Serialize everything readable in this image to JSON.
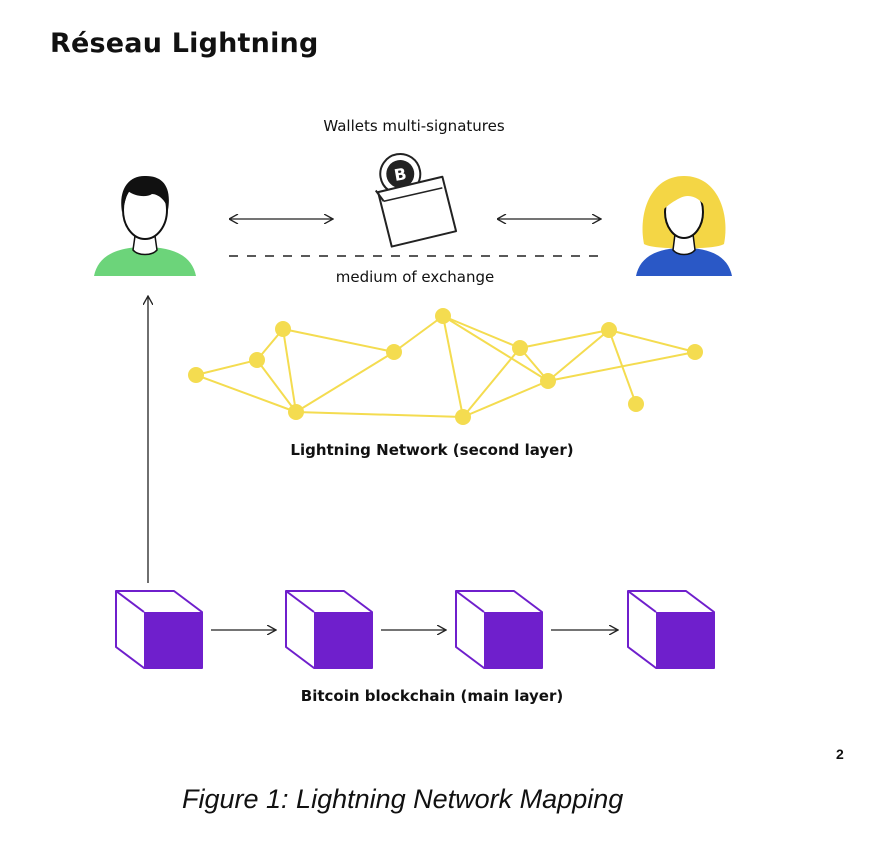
{
  "header": {
    "title": "Réseau Lightning"
  },
  "diagram": {
    "wallet_label": "Wallets multi-signatures",
    "exchange_label": "medium of exchange",
    "network_label": "Lightning Network (second layer)",
    "blockchain_label": "Bitcoin blockchain (main layer)",
    "wallet_coin_symbol": "B",
    "participants": [
      {
        "name": "man-avatar",
        "hair": "#111111",
        "shirt": "#6cd47a"
      },
      {
        "name": "woman-avatar",
        "hair": "#f4d645",
        "shirt": "#2a58c6"
      }
    ],
    "colors": {
      "network": "#f4dc50",
      "block_face": "#6f1fcc",
      "block_edge": "#6f1fcc",
      "coin": "#222222"
    },
    "block_count": 4
  },
  "footer": {
    "page_number": "2",
    "caption": "Figure 1: Lightning Network Mapping"
  }
}
